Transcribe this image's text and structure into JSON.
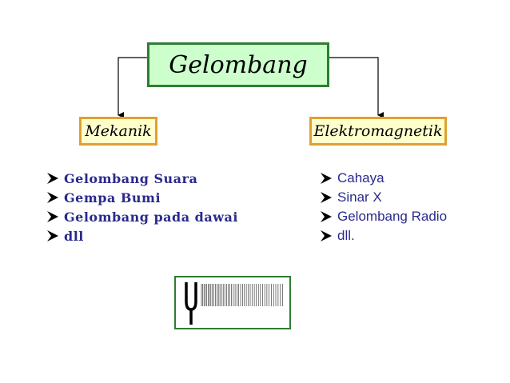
{
  "root": {
    "label": "Gelombang"
  },
  "branches": [
    {
      "label": "Mekanik",
      "items": [
        "Gelombang Suara",
        "Gempa Bumi",
        "Gelombang pada dawai",
        "dll"
      ]
    },
    {
      "label": "Elektromagnetik",
      "items": [
        "Cahaya",
        "Sinar X",
        "Gelombang Radio",
        "dll."
      ]
    }
  ],
  "colors": {
    "root_fill": "#ccffcc",
    "root_border": "#2e7d32",
    "branch_fill": "#ffffcc",
    "branch_border": "#e0a030",
    "list_text": "#2a2a8c"
  },
  "icons": {
    "bullet": "arrowhead-bullet-icon",
    "illustration": "tuning-fork-sound-wave-icon"
  }
}
